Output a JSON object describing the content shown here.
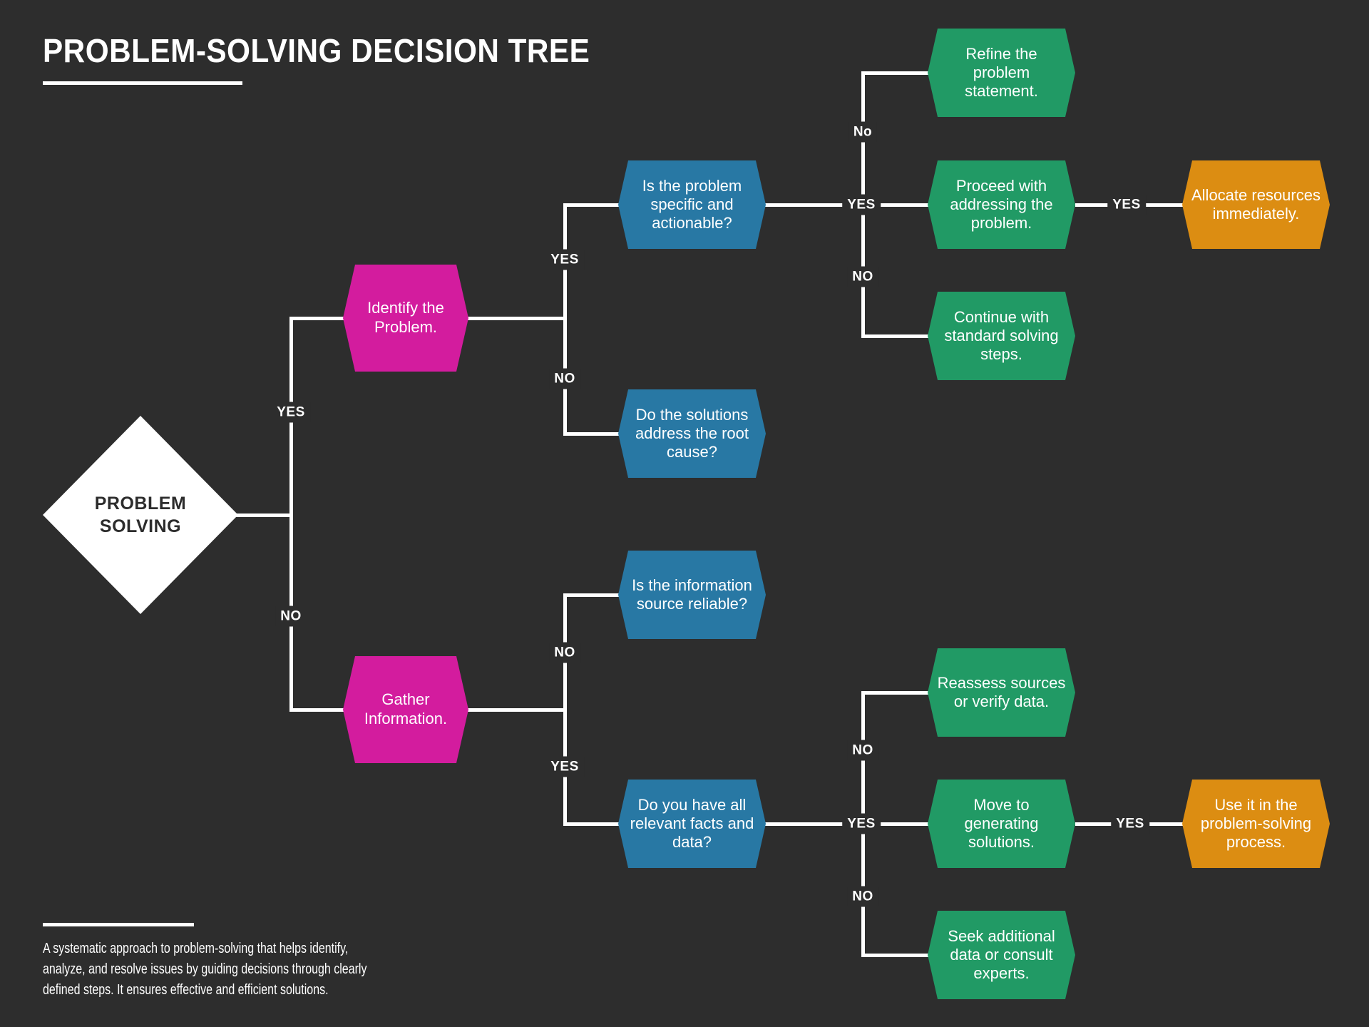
{
  "title": "PROBLEM-SOLVING DECISION TREE",
  "description": "A systematic approach to problem-solving that helps identify,\nanalyze, and resolve issues by guiding decisions through clearly\ndefined steps. It ensures effective and efficient solutions.",
  "colors": {
    "background": "#2d2d2d",
    "line": "#ffffff",
    "start_diamond": "#ffffff",
    "step_magenta": "#d31c9e",
    "question_blue": "#2878a4",
    "action_green": "#219a65",
    "outcome_orange": "#dc8d12"
  },
  "nodes": {
    "root": {
      "text": "PROBLEM\nSOLVING"
    },
    "identify": {
      "text": "Identify the\nProblem."
    },
    "gather": {
      "text": "Gather\nInformation."
    },
    "specific": {
      "text": "Is the problem\nspecific and\nactionable?"
    },
    "root_cause": {
      "text": "Do the solutions\naddress the root\ncause?"
    },
    "reliable": {
      "text": "Is the information\nsource reliable?"
    },
    "facts": {
      "text": "Do you have all\nrelevant facts and\ndata?"
    },
    "refine": {
      "text": "Refine the\nproblem\nstatement."
    },
    "proceed": {
      "text": "Proceed with\naddressing the\nproblem."
    },
    "continue": {
      "text": "Continue with\nstandard solving\nsteps."
    },
    "reassess": {
      "text": "Reassess sources\nor verify data."
    },
    "move": {
      "text": "Move to\ngenerating\nsolutions."
    },
    "seek": {
      "text": "Seek additional\ndata or consult\nexperts."
    },
    "allocate": {
      "text": "Allocate resources\nimmediately."
    },
    "use_it": {
      "text": "Use it in the\nproblem-solving\nprocess."
    }
  },
  "edge_labels": {
    "root_yes": "YES",
    "root_no": "NO",
    "identify_yes": "YES",
    "identify_no": "NO",
    "specific_refine": "No",
    "specific_proceed": "YES",
    "specific_continue": "NO",
    "proceed_allocate": "YES",
    "gather_reliable": "NO",
    "gather_facts": "YES",
    "facts_reassess": "NO",
    "facts_move": "YES",
    "facts_seek": "NO",
    "move_use": "YES"
  }
}
